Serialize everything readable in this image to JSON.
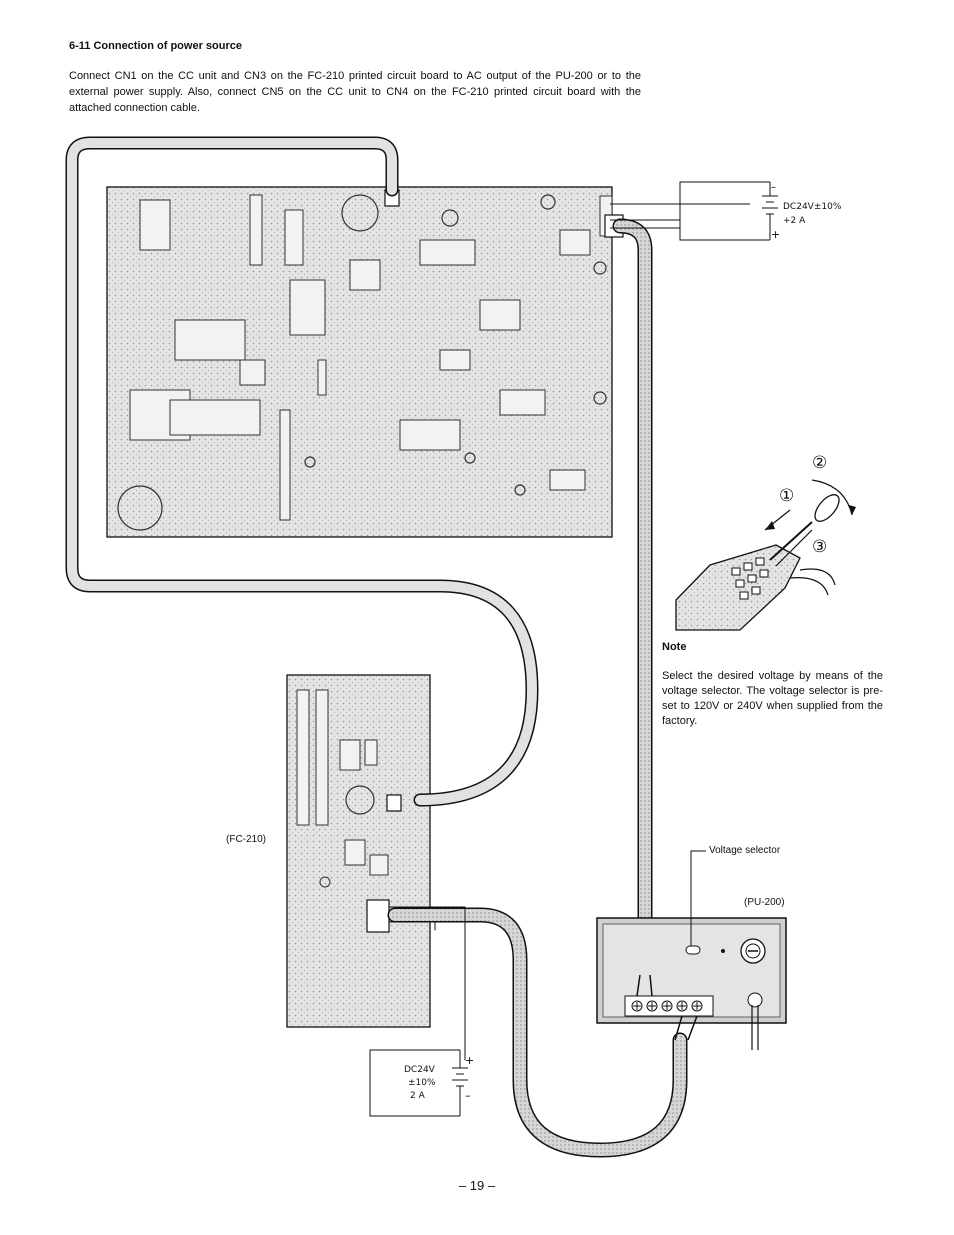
{
  "section": {
    "title": "6-11  Connection  of  power  source",
    "intro": "Connect CN1 on the CC unit and CN3 on the FC-210 printed circuit board to AC output of the PU-200 or to the external power supply. Also, connect CN5 on the CC unit to CN4 on the FC-210 printed circuit board with the attached connection cable."
  },
  "figure": {
    "dc_top": {
      "line1": "DC24V±10%",
      "line2": "+2 A"
    },
    "dc_bottom": {
      "line1": "DC24V",
      "line2": "±10%",
      "line3": "2 A"
    },
    "label_fc210": "(FC-210)",
    "label_pu200": "(PU-200)",
    "label_voltage_selector": "Voltage  selector",
    "step_1": "①",
    "step_2": "②",
    "step_3": "③"
  },
  "note": {
    "title": "Note",
    "text": "Select the desired voltage by means of the voltage selector. The voltage selector is pre-set to 120V or 240V when supplied from the factory."
  },
  "footer": {
    "page": "– 19 –"
  }
}
